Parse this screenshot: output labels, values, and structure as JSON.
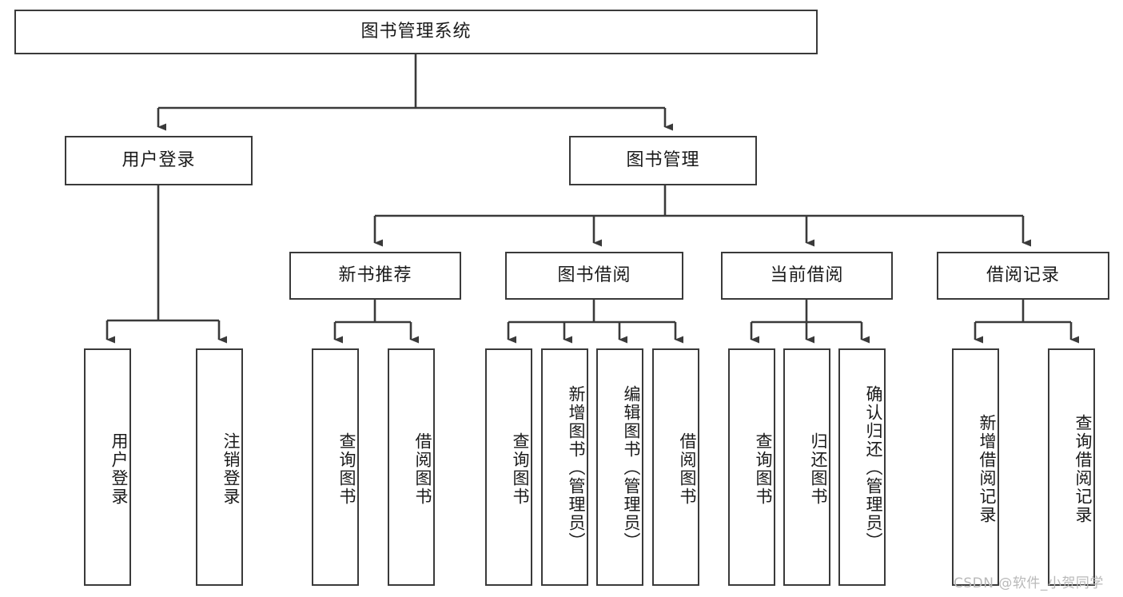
{
  "diagram": {
    "type": "tree",
    "title": "图书管理系统",
    "orientation": "top-down",
    "colors": {
      "box_border": "#3a3a3a",
      "box_fill": "#ffffff",
      "edge": "#3a3a3a",
      "text": "#1a1a1a",
      "watermark": "#b9b9b9"
    },
    "root": {
      "label": "图书管理系统"
    },
    "level2": [
      {
        "label": "用户登录"
      },
      {
        "label": "图书管理"
      }
    ],
    "level3": [
      {
        "label": "新书推荐"
      },
      {
        "label": "图书借阅"
      },
      {
        "label": "当前借阅"
      },
      {
        "label": "借阅记录"
      }
    ],
    "leaves": {
      "user_login": [
        {
          "label": "用户登录"
        },
        {
          "label": "注销登录"
        }
      ],
      "new_book_recommend": [
        {
          "label": "查询图书"
        },
        {
          "label": "借阅图书"
        }
      ],
      "book_borrow": [
        {
          "label": "查询图书"
        },
        {
          "label": "新增图书（管理员）"
        },
        {
          "label": "编辑图书（管理员）"
        },
        {
          "label": "借阅图书"
        }
      ],
      "current_borrow": [
        {
          "label": "查询图书"
        },
        {
          "label": "归还图书"
        },
        {
          "label": "确认归还（管理员）"
        }
      ],
      "borrow_record": [
        {
          "label": "新增借阅记录"
        },
        {
          "label": "查询借阅记录"
        }
      ]
    }
  },
  "watermark": {
    "text": "CSDN @软件_小贺同学"
  }
}
